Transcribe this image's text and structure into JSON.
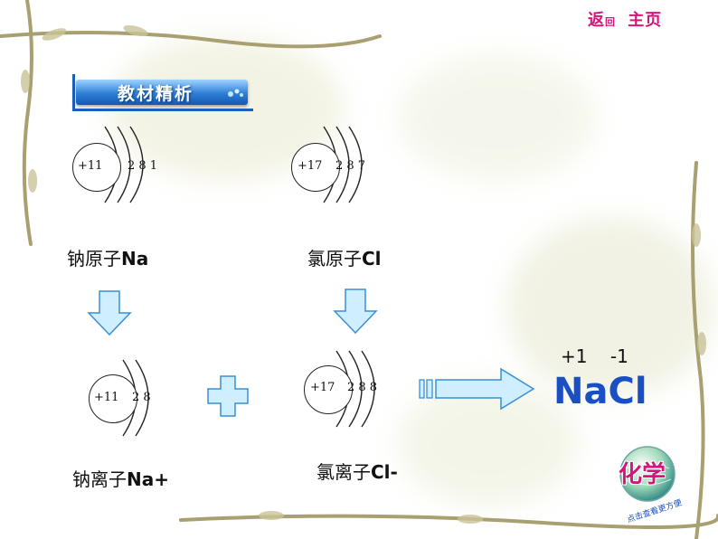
{
  "nav": {
    "back": "返",
    "back_small": "回",
    "home": "主页"
  },
  "badge": {
    "title": "教材精析"
  },
  "atoms": {
    "na_atom": {
      "nucleus": "+11",
      "shells": "2  8  1"
    },
    "cl_atom": {
      "nucleus": "+17",
      "shells": "2  8  7"
    },
    "na_ion": {
      "nucleus": "+11",
      "shells": "2  8"
    },
    "cl_ion": {
      "nucleus": "+17",
      "shells": "2  8  8"
    }
  },
  "labels": {
    "na_atom_cn": "钠原子",
    "na_atom_sym": "Na",
    "cl_atom_cn": "氯原子",
    "cl_atom_sym": "Cl",
    "na_ion_cn": "钠离子",
    "na_ion_sym": "Na+",
    "cl_ion_cn": "氯离子",
    "cl_ion_sym": "Cl-"
  },
  "product": {
    "charges": "+1    -1",
    "formula": "NaCl"
  },
  "logo": {
    "text": "化学",
    "caption": "点击查看更方便"
  },
  "colors": {
    "arrow_fill": "#cfeeff",
    "arrow_stroke": "#3a8fd6",
    "formula": "#1a4fc4",
    "nav": "#d6157a"
  }
}
